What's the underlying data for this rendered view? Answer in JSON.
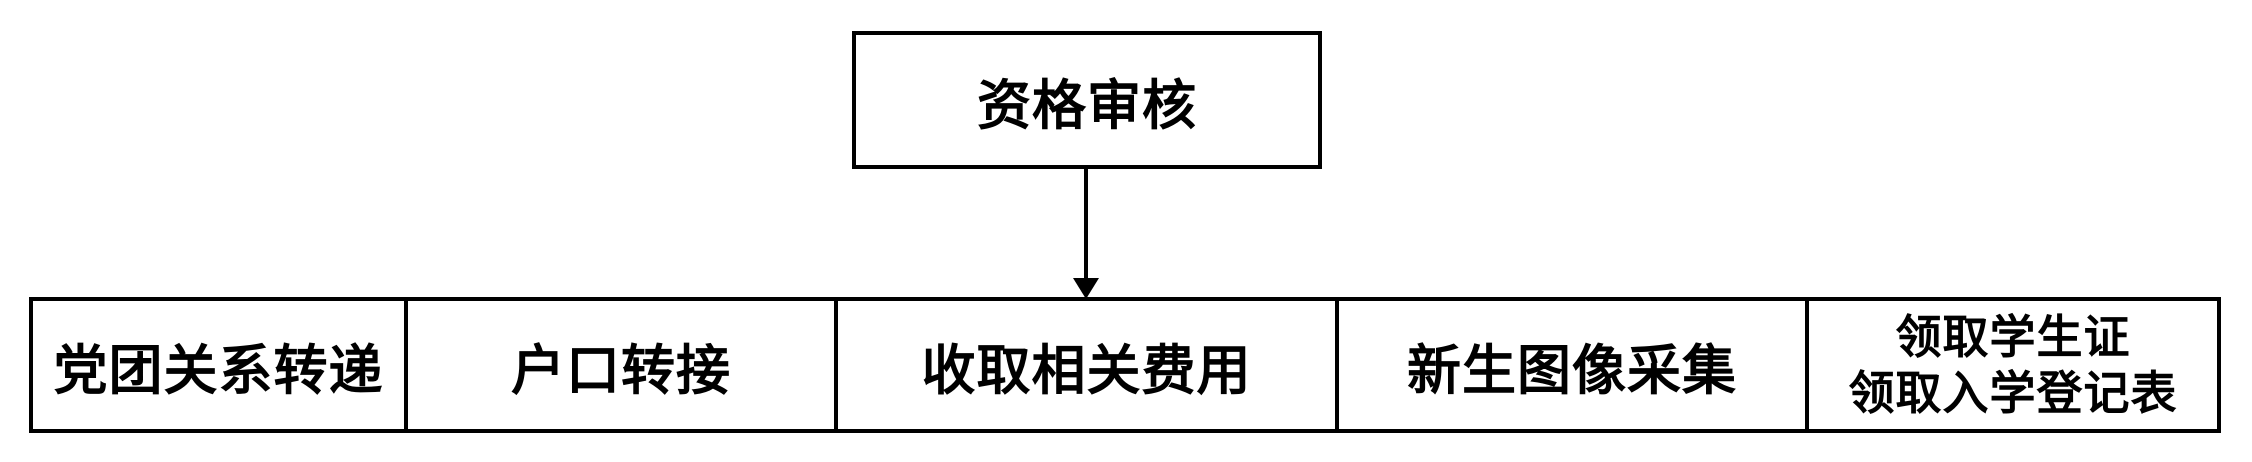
{
  "flowchart": {
    "title_box": {
      "label": "资格审核"
    },
    "arrow": {
      "direction": "down",
      "from": "title_box",
      "to": "step-collect-fees"
    },
    "steps": [
      {
        "label": "党团关系转递"
      },
      {
        "label": "户口转接"
      },
      {
        "label": "收取相关费用"
      },
      {
        "label": "新生图像采集"
      },
      {
        "lines": [
          "领取学生证",
          "领取入学登记表"
        ]
      }
    ],
    "colors": {
      "stroke": "#000000",
      "text": "#000000",
      "background": "#ffffff"
    }
  }
}
